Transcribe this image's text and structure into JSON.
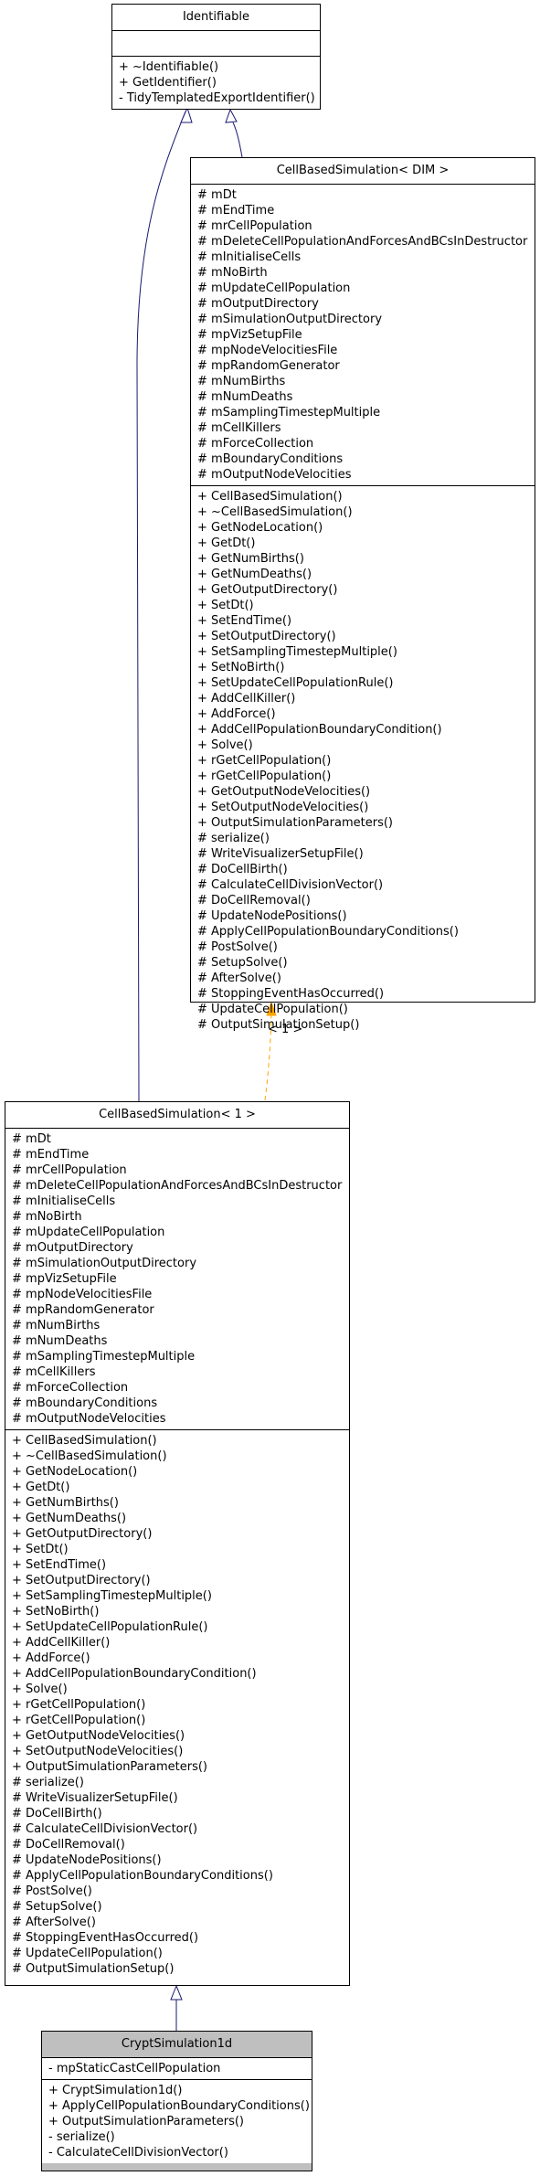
{
  "identifiable": {
    "title": "Identifiable",
    "attributes": [],
    "methods": [
      "+ ~Identifiable()",
      "+ GetIdentifier()",
      "- TidyTemplatedExportIdentifier()"
    ]
  },
  "cbs_dim": {
    "title": "CellBasedSimulation< DIM >",
    "attributes": [
      "# mDt",
      "# mEndTime",
      "# mrCellPopulation",
      "# mDeleteCellPopulationAndForcesAndBCsInDestructor",
      "# mInitialiseCells",
      "# mNoBirth",
      "# mUpdateCellPopulation",
      "# mOutputDirectory",
      "# mSimulationOutputDirectory",
      "# mpVizSetupFile",
      "# mpNodeVelocitiesFile",
      "# mpRandomGenerator",
      "# mNumBirths",
      "# mNumDeaths",
      "# mSamplingTimestepMultiple",
      "# mCellKillers",
      "# mForceCollection",
      "# mBoundaryConditions",
      "# mOutputNodeVelocities"
    ],
    "methods": [
      "+ CellBasedSimulation()",
      "+ ~CellBasedSimulation()",
      "+ GetNodeLocation()",
      "+ GetDt()",
      "+ GetNumBirths()",
      "+ GetNumDeaths()",
      "+ GetOutputDirectory()",
      "+ SetDt()",
      "+ SetEndTime()",
      "+ SetOutputDirectory()",
      "+ SetSamplingTimestepMultiple()",
      "+ SetNoBirth()",
      "+ SetUpdateCellPopulationRule()",
      "+ AddCellKiller()",
      "+ AddForce()",
      "+ AddCellPopulationBoundaryCondition()",
      "+ Solve()",
      "+ rGetCellPopulation()",
      "+ rGetCellPopulation()",
      "+ GetOutputNodeVelocities()",
      "+ SetOutputNodeVelocities()",
      "+ OutputSimulationParameters()",
      "# serialize()",
      "# WriteVisualizerSetupFile()",
      "# DoCellBirth()",
      "# CalculateCellDivisionVector()",
      "# DoCellRemoval()",
      "# UpdateNodePositions()",
      "# ApplyCellPopulationBoundaryConditions()",
      "# PostSolve()",
      "# SetupSolve()",
      "# AfterSolve()",
      "# StoppingEventHasOccurred()",
      "# UpdateCellPopulation()",
      "# OutputSimulationSetup()"
    ]
  },
  "template_arg_label": "< 1 >",
  "cbs_1": {
    "title": "CellBasedSimulation< 1 >",
    "attributes": [
      "# mDt",
      "# mEndTime",
      "# mrCellPopulation",
      "# mDeleteCellPopulationAndForcesAndBCsInDestructor",
      "# mInitialiseCells",
      "# mNoBirth",
      "# mUpdateCellPopulation",
      "# mOutputDirectory",
      "# mSimulationOutputDirectory",
      "# mpVizSetupFile",
      "# mpNodeVelocitiesFile",
      "# mpRandomGenerator",
      "# mNumBirths",
      "# mNumDeaths",
      "# mSamplingTimestepMultiple",
      "# mCellKillers",
      "# mForceCollection",
      "# mBoundaryConditions",
      "# mOutputNodeVelocities"
    ],
    "methods": [
      "+ CellBasedSimulation()",
      "+ ~CellBasedSimulation()",
      "+ GetNodeLocation()",
      "+ GetDt()",
      "+ GetNumBirths()",
      "+ GetNumDeaths()",
      "+ GetOutputDirectory()",
      "+ SetDt()",
      "+ SetEndTime()",
      "+ SetOutputDirectory()",
      "+ SetSamplingTimestepMultiple()",
      "+ SetNoBirth()",
      "+ SetUpdateCellPopulationRule()",
      "+ AddCellKiller()",
      "+ AddForce()",
      "+ AddCellPopulationBoundaryCondition()",
      "+ Solve()",
      "+ rGetCellPopulation()",
      "+ rGetCellPopulation()",
      "+ GetOutputNodeVelocities()",
      "+ SetOutputNodeVelocities()",
      "+ OutputSimulationParameters()",
      "# serialize()",
      "# WriteVisualizerSetupFile()",
      "# DoCellBirth()",
      "# CalculateCellDivisionVector()",
      "# DoCellRemoval()",
      "# UpdateNodePositions()",
      "# ApplyCellPopulationBoundaryConditions()",
      "# PostSolve()",
      "# SetupSolve()",
      "# AfterSolve()",
      "# StoppingEventHasOccurred()",
      "# UpdateCellPopulation()",
      "# OutputSimulationSetup()"
    ]
  },
  "crypt": {
    "title": "CryptSimulation1d",
    "attributes": [
      "- mpStaticCastCellPopulation"
    ],
    "methods": [
      "+ CryptSimulation1d()",
      "+ ApplyCellPopulationBoundaryConditions()",
      "+ OutputSimulationParameters()",
      "- serialize()",
      "- CalculateCellDivisionVector()"
    ]
  },
  "colors": {
    "inheritance": "#191970",
    "template": "#ffa500"
  }
}
